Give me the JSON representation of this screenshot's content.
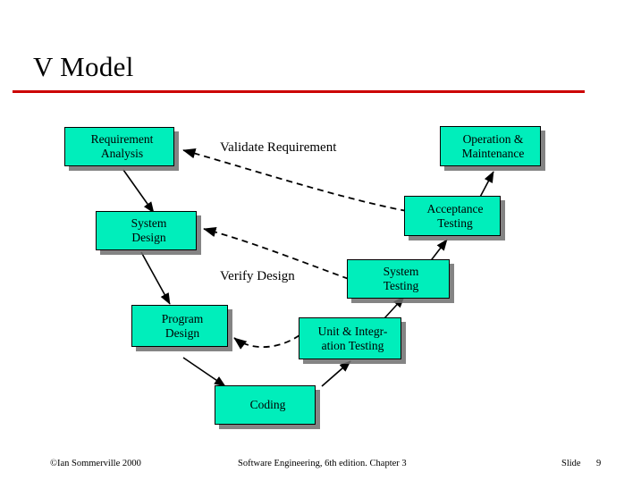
{
  "slide": {
    "title": "V Model",
    "accent_color": "#cc0000",
    "box_fill": "#00eebb"
  },
  "boxes": [
    {
      "name": "requirement-analysis",
      "lines": [
        "Requirement",
        "Analysis"
      ]
    },
    {
      "name": "operation-maintenance",
      "lines": [
        "Operation &",
        "Maintenance"
      ]
    },
    {
      "name": "acceptance-testing",
      "lines": [
        "Acceptance",
        "Testing"
      ]
    },
    {
      "name": "system-design",
      "lines": [
        "System",
        "Design"
      ]
    },
    {
      "name": "system-testing",
      "lines": [
        "System",
        "Testing"
      ]
    },
    {
      "name": "program-design",
      "lines": [
        "Program",
        "Design"
      ]
    },
    {
      "name": "unit-integration-testing",
      "lines": [
        "Unit & Integr-",
        "ation Testing"
      ]
    },
    {
      "name": "coding",
      "lines": [
        "Coding"
      ]
    }
  ],
  "labels": [
    {
      "name": "validate-requirement-label",
      "text": "Validate Requirement"
    },
    {
      "name": "verify-design-label",
      "text": "Verify Design"
    }
  ],
  "footer": {
    "copyright": "©Ian Sommerville 2000",
    "center": "Software Engineering, 6th edition. Chapter 3",
    "slide_word": "Slide",
    "slide_number": "9"
  }
}
